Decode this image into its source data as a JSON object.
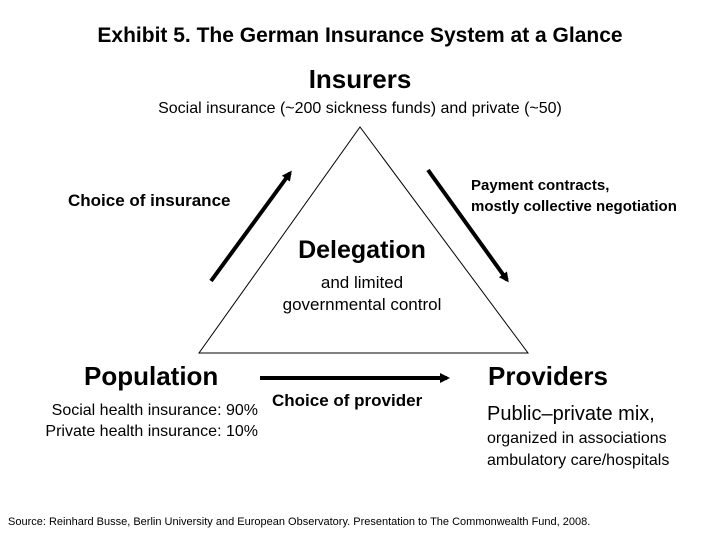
{
  "title": "Exhibit 5. The German Insurance System at a Glance",
  "insurers": {
    "heading": "Insurers",
    "subtitle": "Social insurance (~200 sickness funds) and private (~50)"
  },
  "left_arrow_label": "Choice of insurance",
  "right_arrow_label": {
    "line1": "Payment contracts,",
    "line2": "mostly collective negotiation"
  },
  "center": {
    "heading": "Delegation",
    "line1": "and limited",
    "line2": "governmental control"
  },
  "population": {
    "heading": "Population",
    "line1": "Social health insurance: 90%",
    "line2": "Private health insurance: 10%"
  },
  "bottom_arrow_label": "Choice of provider",
  "providers": {
    "heading": "Providers",
    "line1": "Public–private mix,",
    "line2": "organized in associations",
    "line3": "ambulatory care/hospitals"
  },
  "source": "Source: Reinhard Busse, Berlin University and European Observatory. Presentation to The Commonwealth Fund, 2008."
}
